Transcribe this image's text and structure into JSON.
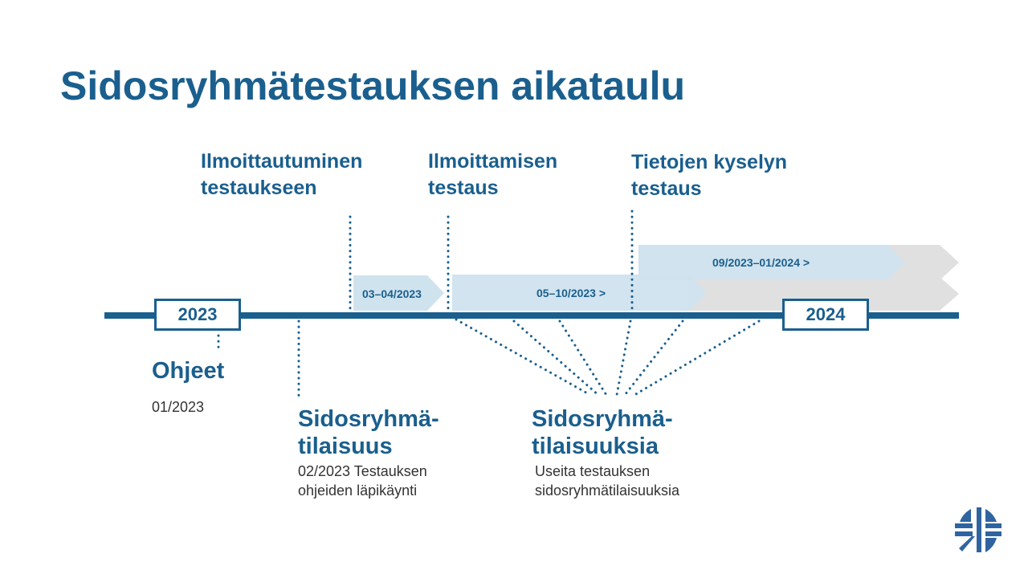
{
  "title": "Sidosryhmätestauksen aikataulu",
  "milestones_top": [
    {
      "line1": "Ilmoittautuminen",
      "line2": "testaukseen"
    },
    {
      "line1": "Ilmoittamisen",
      "line2": "testaus"
    },
    {
      "line1": "Tietojen kyselyn",
      "line2": "testaus"
    }
  ],
  "phases": [
    {
      "label": "03–04/2023"
    },
    {
      "label": "05–10/2023 >"
    },
    {
      "label": "09/2023–01/2024 >"
    }
  ],
  "years": [
    "2023",
    "2024"
  ],
  "milestones_bottom": [
    {
      "heading": "Ohjeet",
      "text": "01/2023"
    },
    {
      "heading1": "Sidosryhmä-",
      "heading2": "tilaisuus",
      "text1": "02/2023 Testauksen",
      "text2": "ohjeiden läpikäynti"
    },
    {
      "heading1": "Sidosryhmä-",
      "heading2": "tilaisuuksia",
      "text1": "Useita testauksen",
      "text2": "sidosryhmätilaisuuksia"
    }
  ],
  "colors": {
    "primary": "#1a5f8e",
    "light": "#cfe3ee",
    "gray": "#e0e0e0"
  }
}
